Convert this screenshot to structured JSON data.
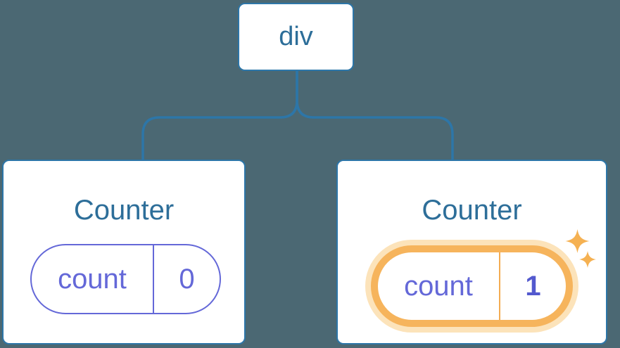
{
  "colors": {
    "background": "#4B6873",
    "node_background": "#FFFFFF",
    "node_border_blue": "#2D76A8",
    "node_text_blue": "#2D6E99",
    "state_purple": "#6468D8",
    "state_value_highlight_purple": "#5359CE",
    "highlight_orange": "#F6B45C",
    "highlight_halo_orange": "#FCE3BA",
    "sparkle_orange": "#F5B152"
  },
  "tree": {
    "root": {
      "label": "div"
    },
    "children": [
      {
        "title": "Counter",
        "state": {
          "key": "count",
          "value": "0"
        },
        "highlighted": false
      },
      {
        "title": "Counter",
        "state": {
          "key": "count",
          "value": "1"
        },
        "highlighted": true
      }
    ]
  },
  "icons": {
    "sparkles": "sparkles-icon"
  }
}
